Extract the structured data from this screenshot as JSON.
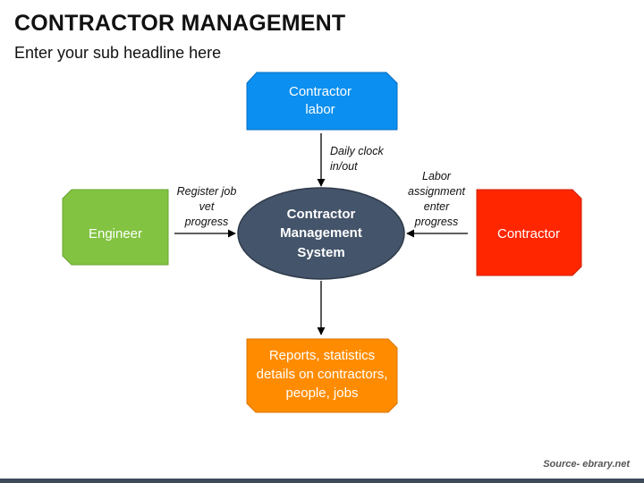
{
  "header": {
    "title": "CONTRACTOR MANAGEMENT",
    "subtitle": "Enter your sub headline here"
  },
  "nodes": {
    "contractor_labor": {
      "lines": [
        "Contractor",
        "labor"
      ],
      "color": "#0b8ff0"
    },
    "engineer": {
      "lines": [
        "Engineer"
      ],
      "color": "#82c341"
    },
    "system": {
      "lines": [
        "Contractor",
        "Management",
        "System"
      ],
      "color": "#44546a"
    },
    "contractor": {
      "lines": [
        "Contractor"
      ],
      "color": "#ff2600"
    },
    "reports": {
      "lines": [
        "Reports, statistics",
        "details on contractors,",
        "people, jobs"
      ],
      "color": "#ff8c00"
    }
  },
  "edges": {
    "labor_to_system": [
      "Daily clock",
      "in/out"
    ],
    "engineer_to_system": [
      "Register job",
      "vet",
      "progress"
    ],
    "contractor_to_system": [
      "Labor",
      "assignment",
      "enter",
      "progress"
    ]
  },
  "footer": {
    "source": "Source- ebrary.net",
    "bar_color": "#3f4a5a"
  }
}
